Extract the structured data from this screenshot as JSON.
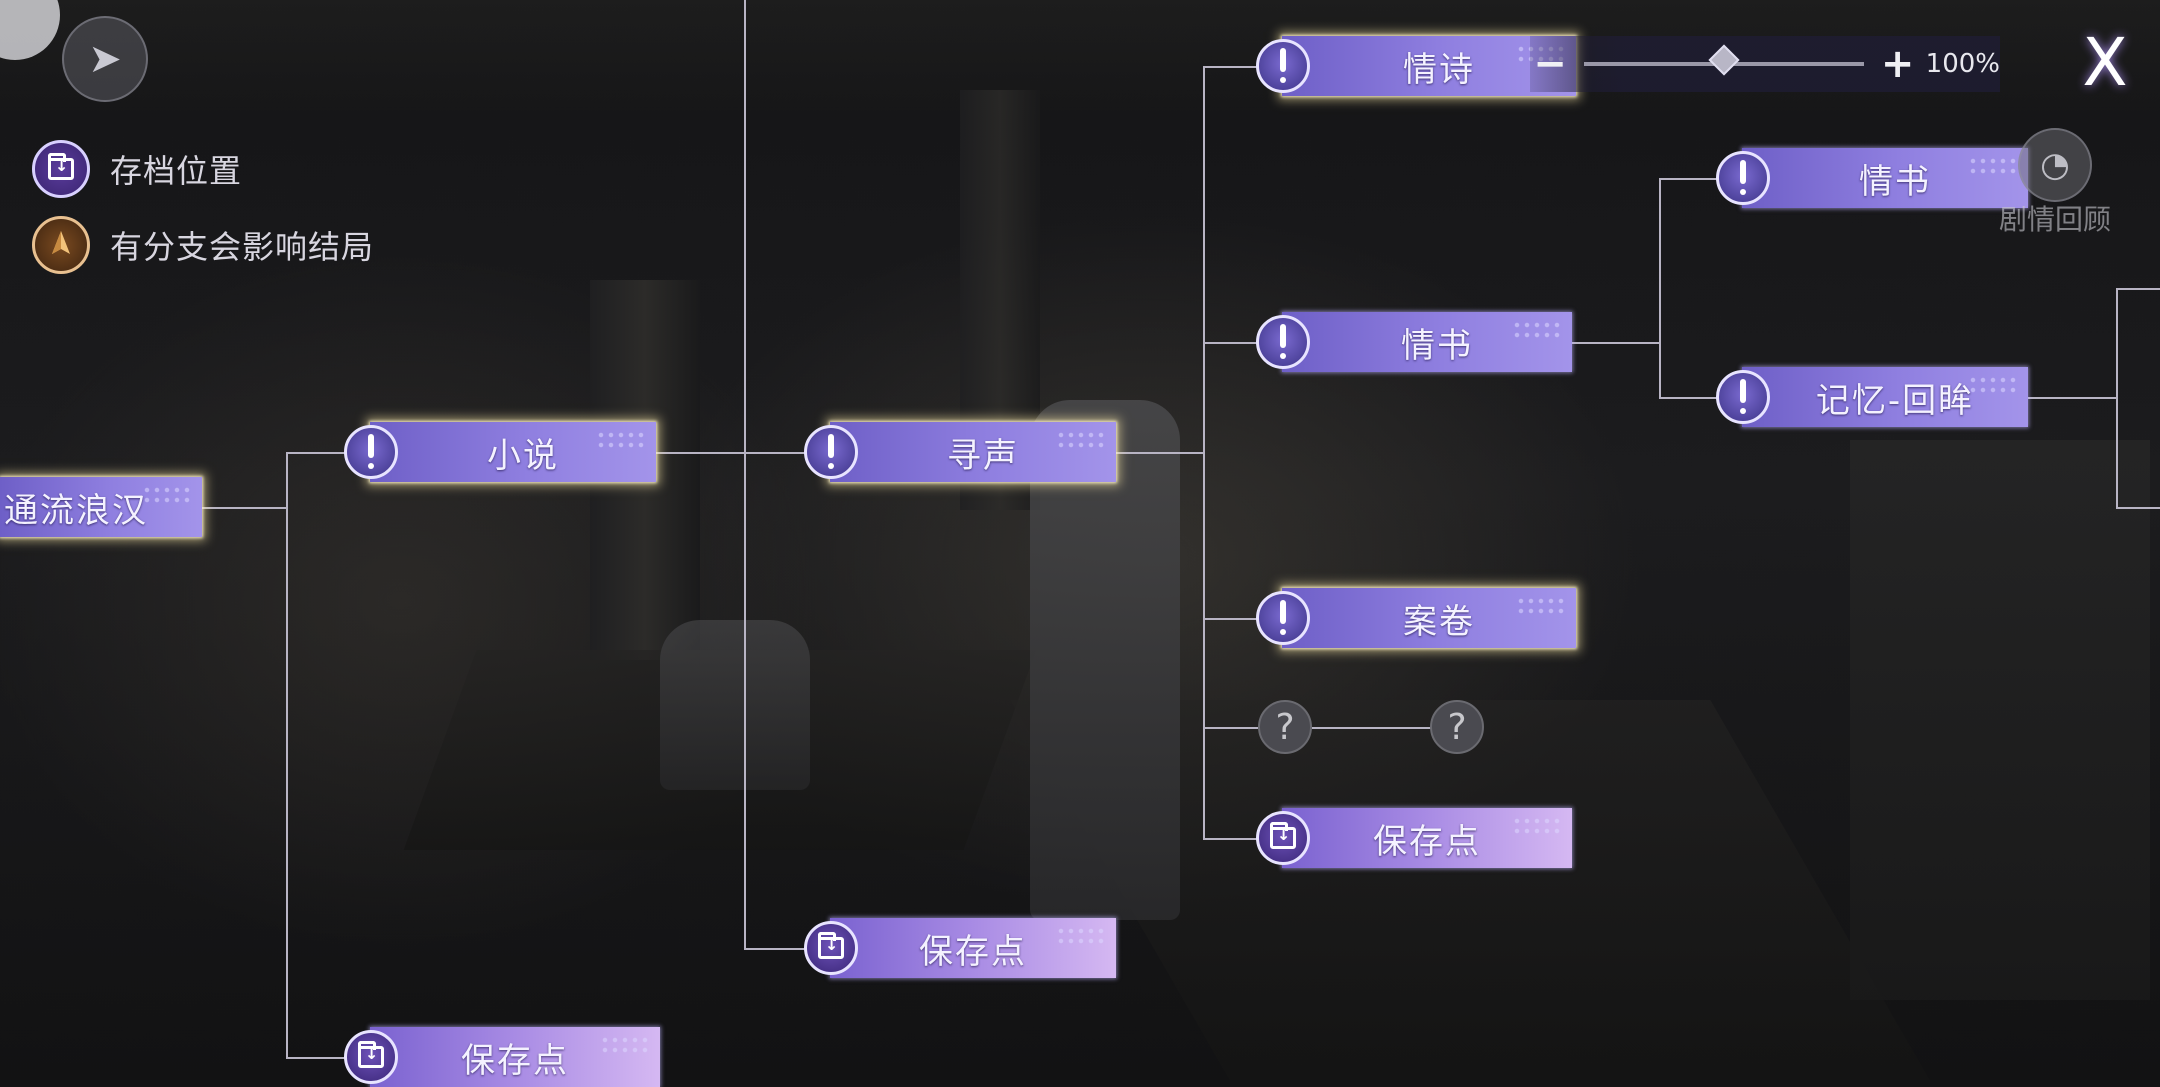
{
  "legend": {
    "save_location": "存档位置",
    "branch_affects_ending": "有分支会影响结局"
  },
  "zoom": {
    "minus": "−",
    "plus": "+",
    "percent": "100%",
    "level": 0.5
  },
  "close_label": "X",
  "review_label": "剧情回顾",
  "nodes": {
    "tongliu": "通流浪汉",
    "xiaoshuo": "小说",
    "xunsheng": "寻声",
    "qingshi": "情诗",
    "qingshu_mid": "情书",
    "anjuan": "案卷",
    "qingshu_right": "情书",
    "jiyi": "记忆-回眸",
    "save_1": "保存点",
    "save_2": "保存点",
    "save_3": "保存点"
  },
  "unknown": "?"
}
